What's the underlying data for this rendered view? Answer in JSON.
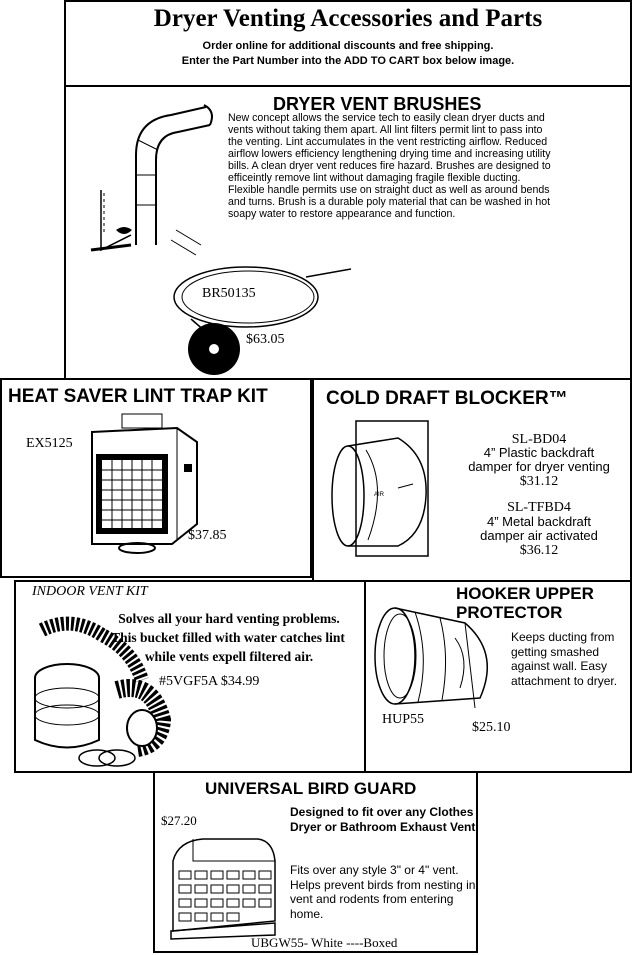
{
  "header": {
    "title": "Dryer Venting Accessories and Parts",
    "line1": "Order online for additional discounts and free shipping.",
    "line2": "Enter the Part Number into the ADD TO CART box below image."
  },
  "brushes": {
    "title": "DRYER VENT BRUSHES",
    "description": "New concept allows the service tech to easily clean dryer ducts and vents without taking them apart. All lint filters permit lint to pass into the venting. Lint accumulates in the vent restricting airflow. Reduced airflow lowers efficiency lengthening drying time and increasing utility bills. A clean dryer vent reduces fire hazard. Brushes are designed to efficeintly remove lint without damaging fragile flexible ducting. Flexible handle permits use on straight duct as well as around bends and turns. Brush is a durable poly material that can be washed in hot soapy water to restore appearance and function.",
    "part": "BR50135",
    "price": "$63.05"
  },
  "lint_trap": {
    "title": "HEAT SAVER LINT TRAP KIT",
    "part": "EX5125",
    "price": "$37.85"
  },
  "draft_blocker": {
    "title": "COLD DRAFT BLOCKER™",
    "item1_part": "SL-BD04",
    "item1_line1": "4”  Plastic backdraft",
    "item1_line2": "damper for dryer venting",
    "item1_price": "$31.12",
    "item2_part": "SL-TFBD4",
    "item2_line1": "4”  Metal backdraft",
    "item2_line2": "damper air activated",
    "item2_price": "$36.12"
  },
  "indoor_vent": {
    "title": "INDOOR VENT KIT",
    "line1": "Solves all your hard venting problems.",
    "line2": "This bucket filled with water catches lint",
    "line3": "while vents expell filtered air.",
    "part_price": "#5VGF5A  $34.99"
  },
  "hooker": {
    "title_line1": "HOOKER UPPER",
    "title_line2": "PROTECTOR",
    "description": "Keeps ducting from getting smashed against wall. Easy attachment to dryer.",
    "part": "HUP55",
    "price": "$25.10"
  },
  "bird_guard": {
    "title": "UNIVERSAL BIRD GUARD",
    "price": "$27.20",
    "bold_text": "Designed to fit over any Clothes Dryer or Bathroom Exhaust Vent.",
    "text": "Fits over any style 3\" or 4\" vent. Helps prevent birds from nesting in vent and rodents from entering home.",
    "part": "UBGW55- White ----Boxed"
  }
}
